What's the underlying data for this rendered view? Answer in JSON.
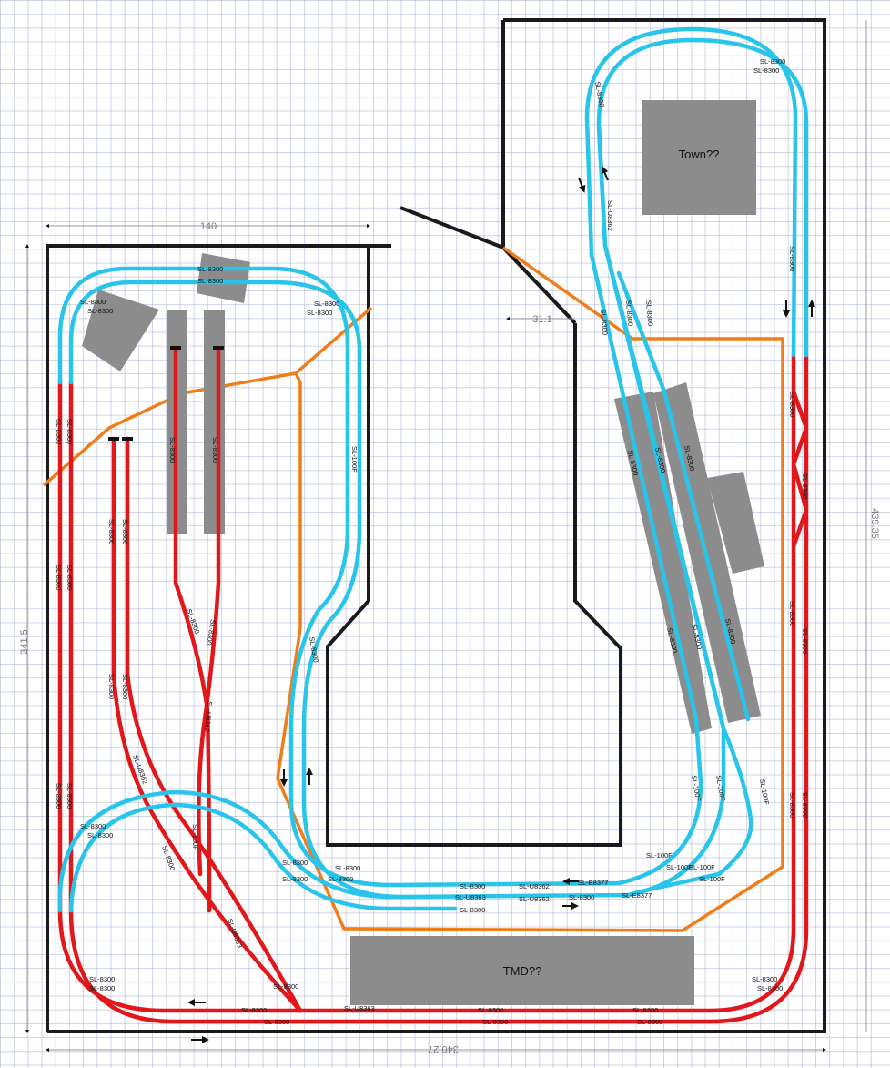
{
  "dimensions": {
    "width_top": "140",
    "height_left": "341.5",
    "height_right": "439.35",
    "width_bottom": "340.27",
    "inner_gap": "31.1"
  },
  "buildings": {
    "town": "Town??",
    "tmd": "TMD??"
  },
  "track_codes": {
    "plain": "SL-8300",
    "straight_f": "SL-100F",
    "turnout_363": "SL-U8363",
    "turnout_362": "SL-U8362",
    "turnout_e377": "SL-E8377"
  },
  "colors": {
    "baseboard": "#1a1a1a",
    "blue_track": "#29c4ea",
    "red_track": "#e3161a",
    "orange_line": "#f07d17",
    "building": "#8c8c8c",
    "grid": "#a8b0cc"
  }
}
